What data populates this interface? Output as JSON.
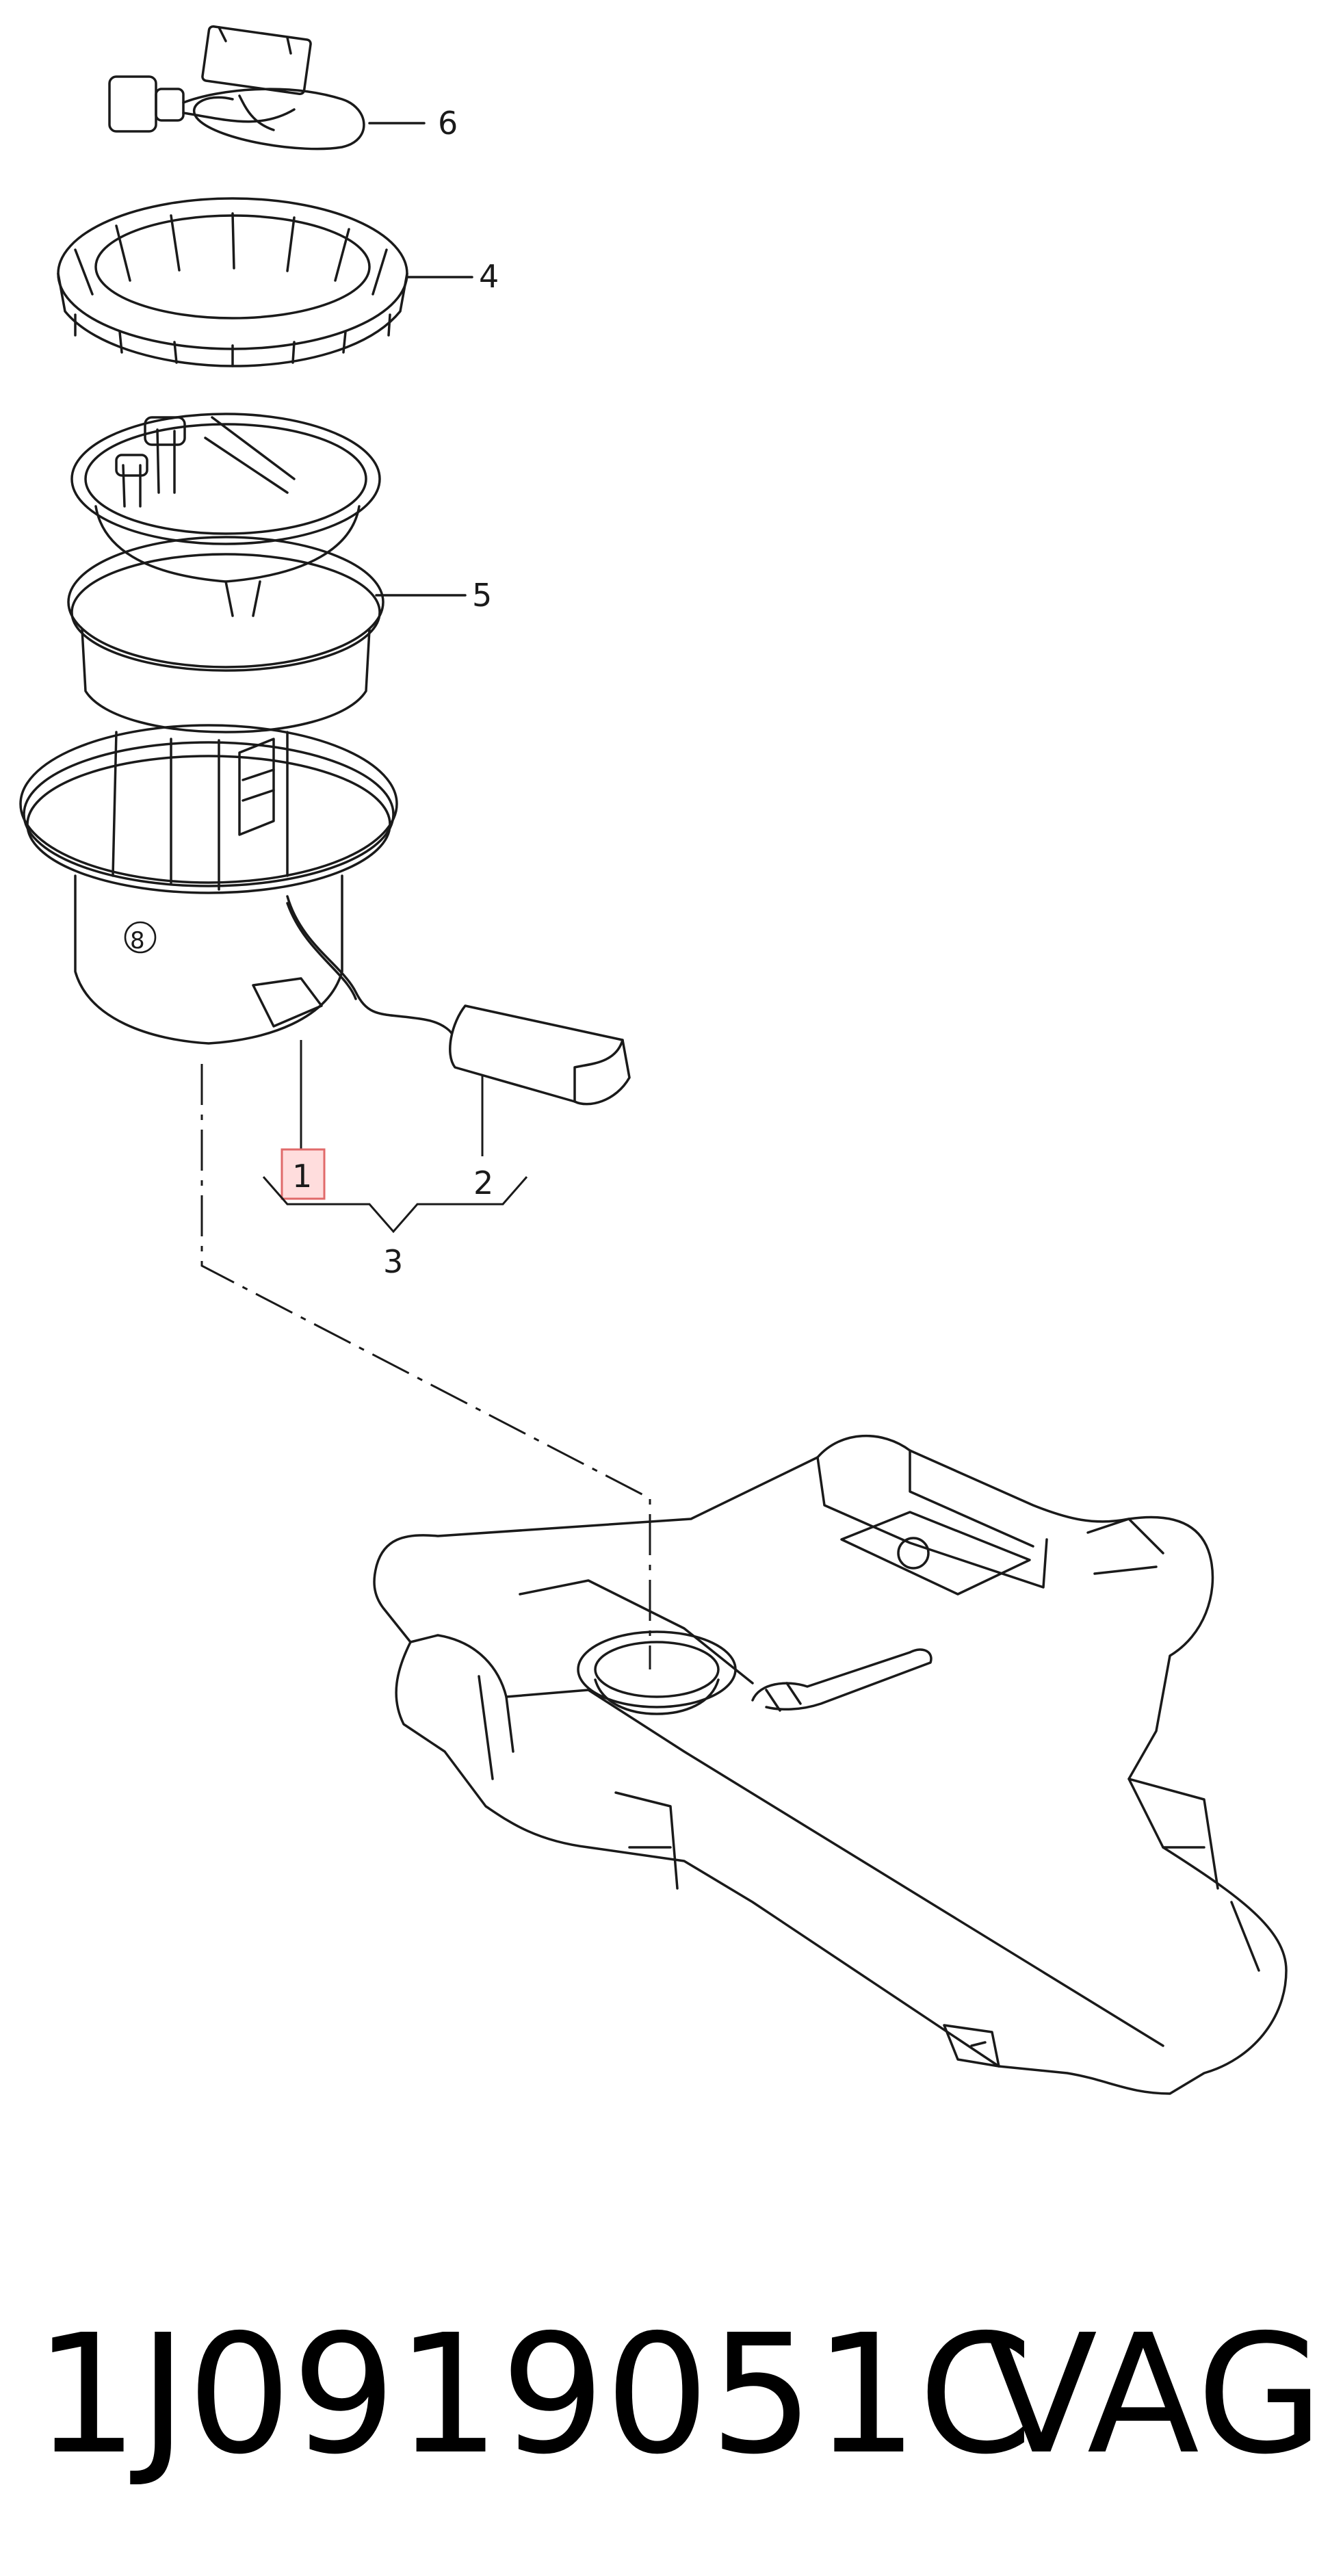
{
  "callouts": {
    "c1": "1",
    "c2": "2",
    "c3": "3",
    "c4": "4",
    "c5": "5",
    "c6": "6"
  },
  "caption": {
    "part_number": "1J0919051C",
    "brand": "VAG"
  }
}
